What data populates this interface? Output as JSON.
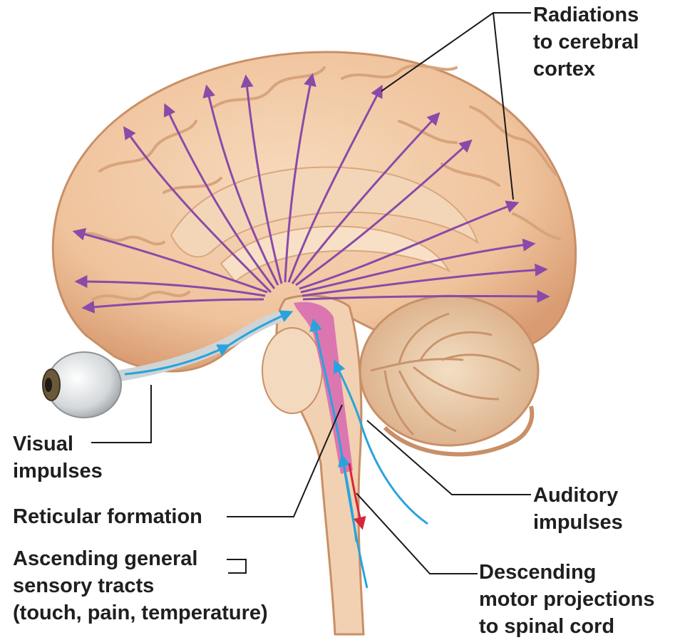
{
  "labels": {
    "radiations": [
      "Radiations",
      "to cerebral",
      "cortex"
    ],
    "visual": [
      "Visual",
      "impulses"
    ],
    "reticular": [
      "Reticular formation"
    ],
    "ascending": [
      "Ascending general",
      "sensory tracts",
      "(touch, pain, temperature)"
    ],
    "auditory": [
      "Auditory",
      "impulses"
    ],
    "descending": [
      "Descending",
      "motor projections",
      "to spinal cord"
    ]
  },
  "colors": {
    "radiation_arrow": "#8a4aa8",
    "sensory_arrow": "#29a3dd",
    "motor_arrow": "#d8263a",
    "reticular_formation": "#d86bb0",
    "brain": "#f2c9a4",
    "cerebellum": "#ecd1b0",
    "leader_line": "#1a1a1a"
  },
  "icons": {
    "eye": "eyeball-icon"
  }
}
